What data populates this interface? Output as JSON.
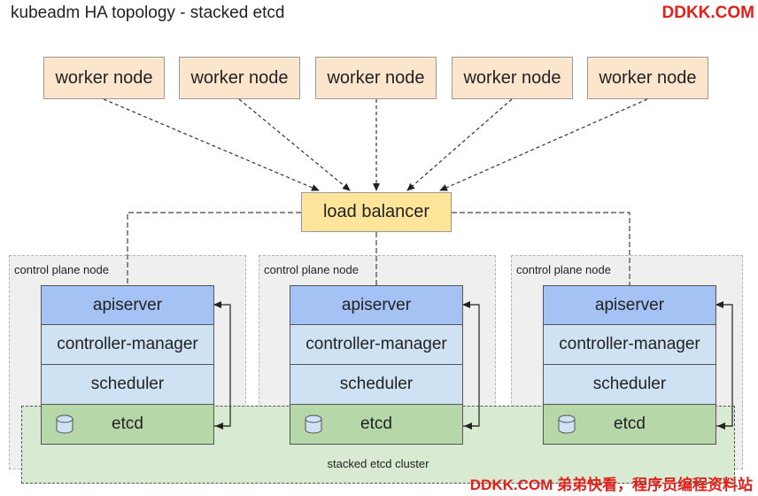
{
  "title": "kubeadm HA topology - stacked etcd",
  "watermark_top": "DDKK.COM",
  "watermark_bottom": "DDKK.COM 弟弟快看，程序员编程资料站",
  "workers": [
    {
      "label": "worker node"
    },
    {
      "label": "worker node"
    },
    {
      "label": "worker node"
    },
    {
      "label": "worker node"
    },
    {
      "label": "worker node"
    }
  ],
  "load_balancer": {
    "label": "load balancer"
  },
  "control_planes": [
    {
      "label": "control plane node",
      "layers": {
        "api": "apiserver",
        "cm": "controller-manager",
        "sch": "scheduler",
        "etcd": "etcd"
      }
    },
    {
      "label": "control plane node",
      "layers": {
        "api": "apiserver",
        "cm": "controller-manager",
        "sch": "scheduler",
        "etcd": "etcd"
      }
    },
    {
      "label": "control plane node",
      "layers": {
        "api": "apiserver",
        "cm": "controller-manager",
        "sch": "scheduler",
        "etcd": "etcd"
      }
    }
  ],
  "etcd_cluster": {
    "label": "stacked etcd cluster"
  },
  "colors": {
    "worker": "#fce5cd",
    "load_balancer": "#ffe599",
    "apiserver": "#a4c2f4",
    "component": "#cfe2f3",
    "etcd": "#b6d7a8",
    "cluster": "#d9ead3",
    "watermark": "#e0201b"
  }
}
